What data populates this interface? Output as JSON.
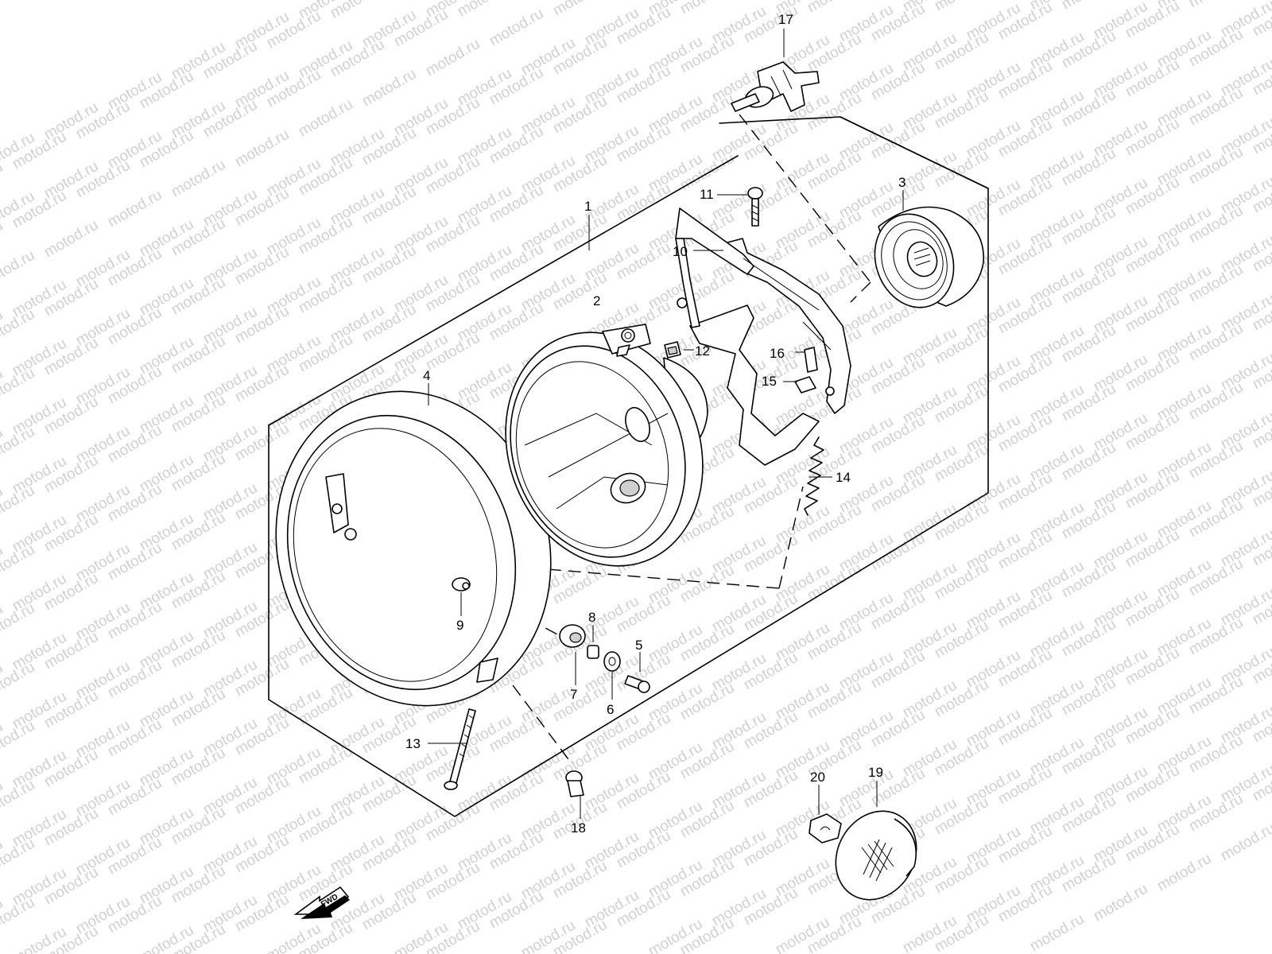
{
  "diagram": {
    "watermark": "motod.ru",
    "fwd_label": "FWD",
    "callouts": [
      {
        "id": "1",
        "label": "1"
      },
      {
        "id": "2",
        "label": "2"
      },
      {
        "id": "3",
        "label": "3"
      },
      {
        "id": "4",
        "label": "4"
      },
      {
        "id": "5",
        "label": "5"
      },
      {
        "id": "6",
        "label": "6"
      },
      {
        "id": "7",
        "label": "7"
      },
      {
        "id": "8",
        "label": "8"
      },
      {
        "id": "9",
        "label": "9"
      },
      {
        "id": "10",
        "label": "10"
      },
      {
        "id": "11",
        "label": "11"
      },
      {
        "id": "12",
        "label": "12"
      },
      {
        "id": "13",
        "label": "13"
      },
      {
        "id": "14",
        "label": "14"
      },
      {
        "id": "15",
        "label": "15"
      },
      {
        "id": "16",
        "label": "16"
      },
      {
        "id": "17",
        "label": "17"
      },
      {
        "id": "18",
        "label": "18"
      },
      {
        "id": "19",
        "label": "19"
      },
      {
        "id": "20",
        "label": "20"
      }
    ]
  }
}
